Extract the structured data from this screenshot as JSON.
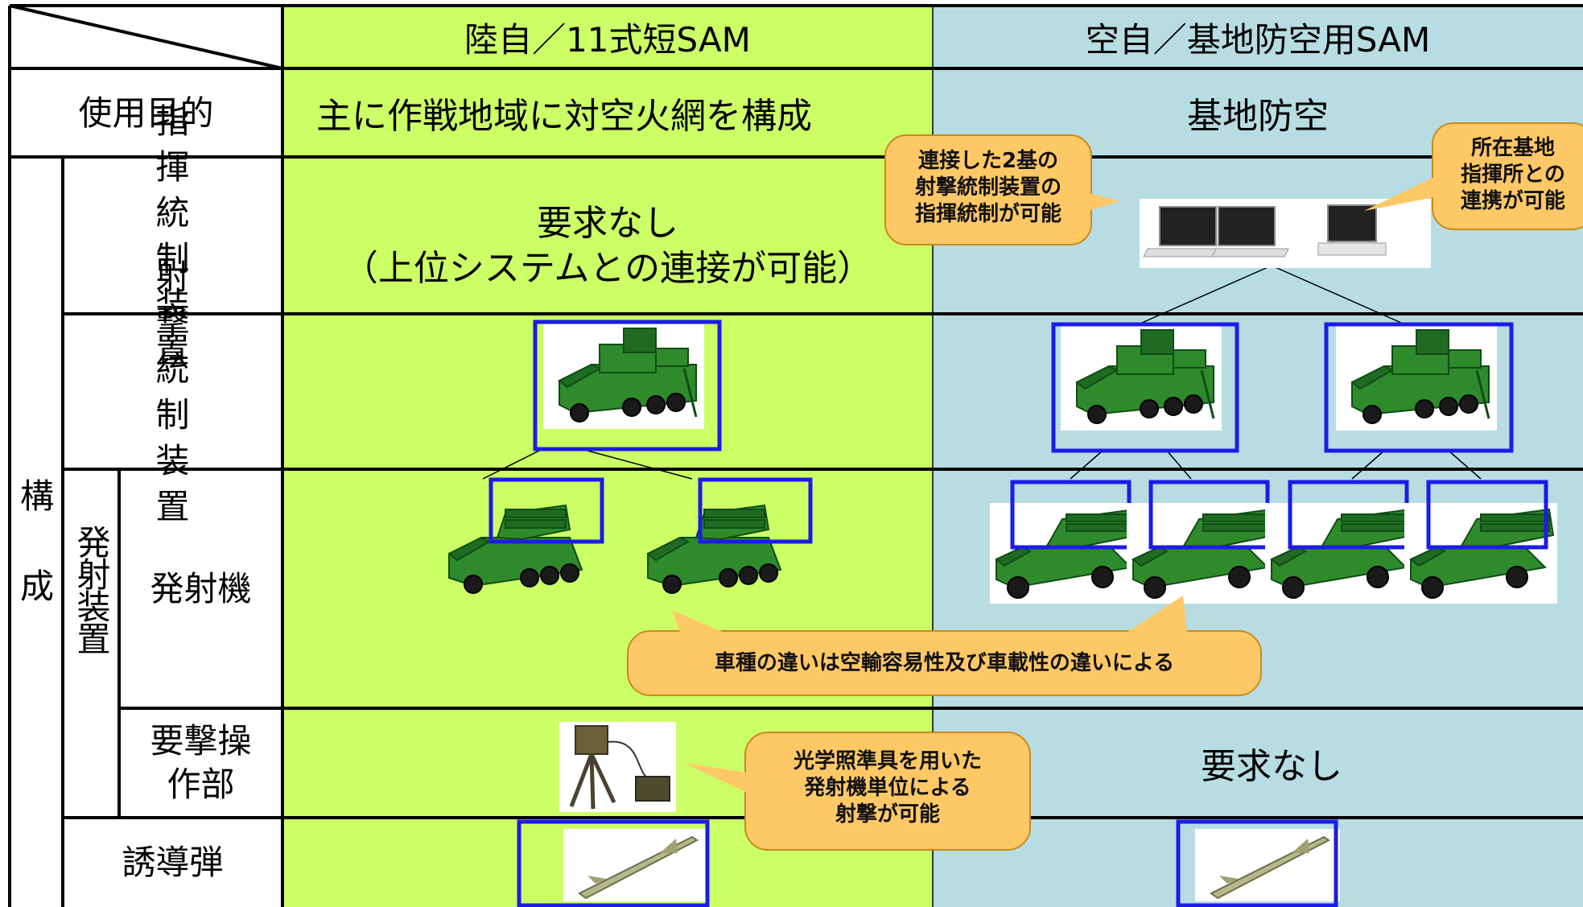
{
  "columns": {
    "gsdf": "陸自／11式短SAM",
    "asdf": "空自／基地防空用SAM"
  },
  "rows": {
    "purpose": "使用目的",
    "composition": "構成",
    "composition_top": "構",
    "composition_bottom": "成",
    "command": "指揮統制装置",
    "fire_control": "射撃統制装置",
    "launcher_group": "発射装置",
    "launcher": "発射機",
    "intercept": "要撃操作部",
    "missile": "誘導弾"
  },
  "cells": {
    "gsdf_purpose": "主に作戦地域に対空火網を構成",
    "asdf_purpose": "基地防空",
    "gsdf_command_line1": "要求なし",
    "gsdf_command_line2": "（上位システムとの連接が可能）",
    "asdf_intercept": "要求なし"
  },
  "callouts": {
    "link_fcs": [
      "連接した2基の",
      "射撃統制装置の",
      "指揮統制が可能"
    ],
    "base_hq": [
      "所在基地",
      "指揮所との",
      "連携が可能"
    ],
    "vehicle_diff": "車種の違いは空輸容易性及び車載性の違いによる",
    "optical": [
      "光学照準具を用いた",
      "発射機単位による",
      "射撃が可能"
    ]
  },
  "colors": {
    "gsdf_bg": "#ccff66",
    "asdf_bg": "#b7dde3",
    "callout_bg": "#ffc866",
    "highlight_box": "#1c1ce6"
  }
}
